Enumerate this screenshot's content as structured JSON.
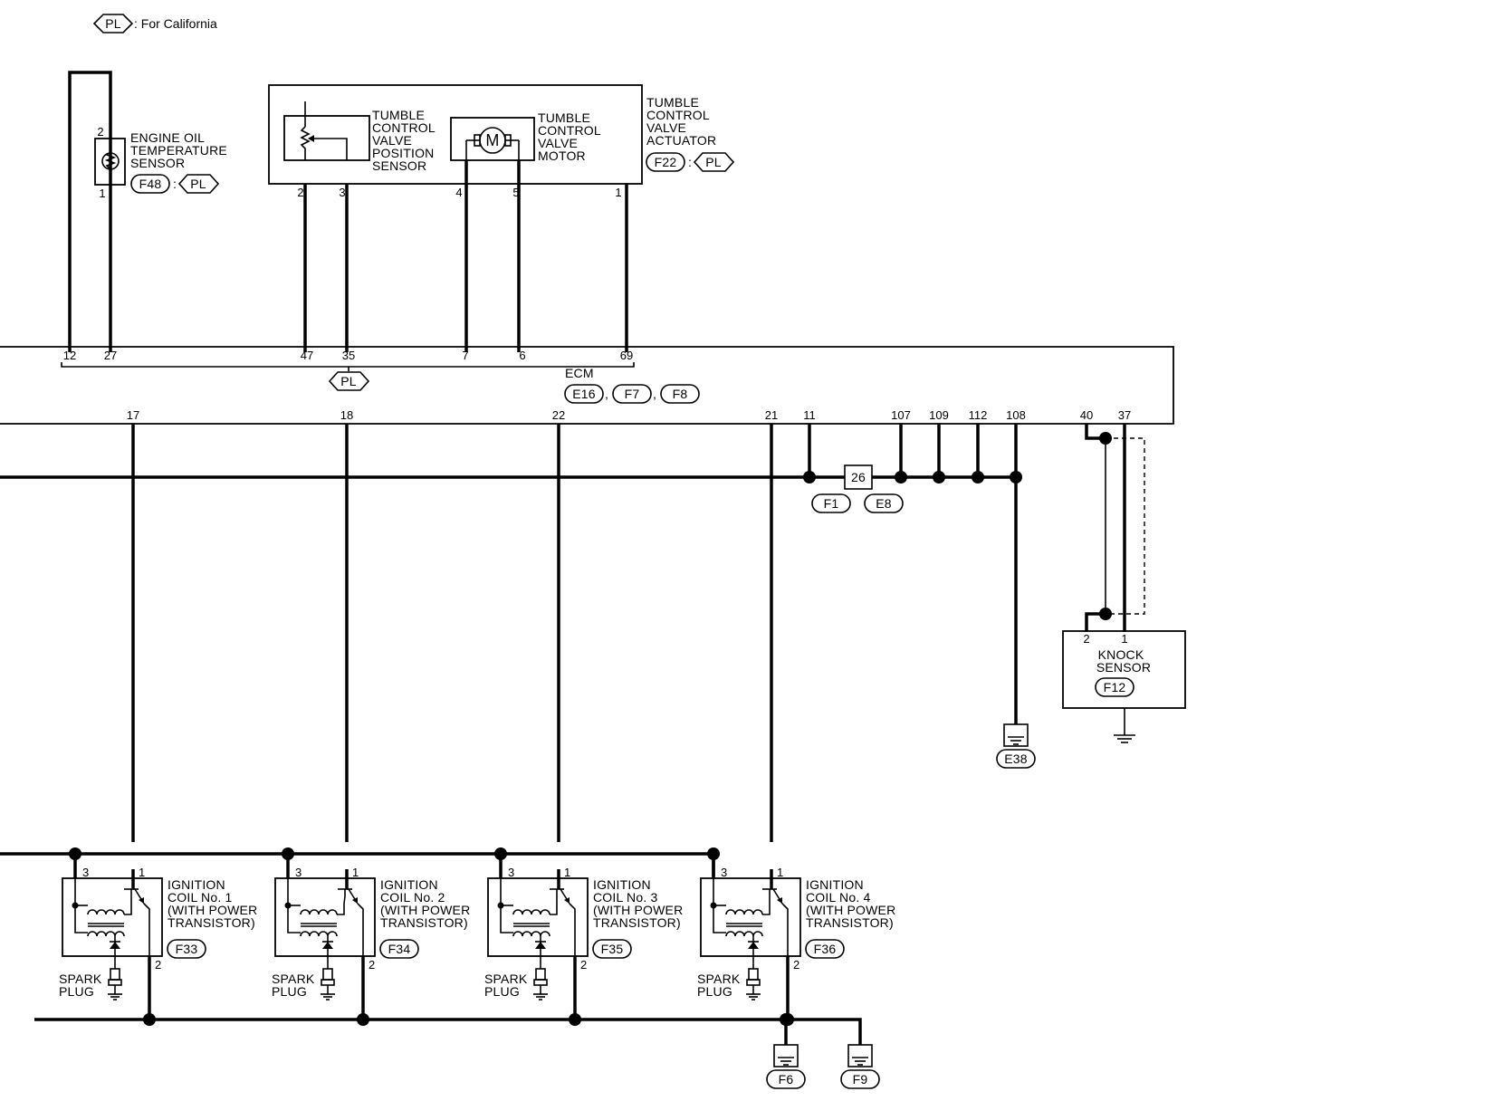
{
  "legend": {
    "tag": "PL",
    "text": ": For California"
  },
  "oil_sensor": {
    "line1": "ENGINE OIL",
    "line2": "TEMPERATURE",
    "line3": "SENSOR",
    "connector": "F48",
    "colon": ":",
    "tag": "PL",
    "pin_top": "2",
    "pin_bottom": "1"
  },
  "tumble_actuator": {
    "position_sensor": [
      "TUMBLE",
      "CONTROL",
      "VALVE",
      "POSITION",
      "SENSOR"
    ],
    "motor": [
      "TUMBLE",
      "CONTROL",
      "VALVE",
      "MOTOR"
    ],
    "motor_symbol": "M",
    "actuator": [
      "TUMBLE",
      "CONTROL",
      "VALVE",
      "ACTUATOR"
    ],
    "connector": "F22",
    "colon": ":",
    "tag": "PL",
    "pins": [
      "2",
      "3",
      "4",
      "5",
      "1"
    ]
  },
  "ecm": {
    "label": "ECM",
    "connectors": [
      "E16",
      "F7",
      "F8"
    ],
    "sep": ",",
    "tag": "PL",
    "top_pins": [
      "12",
      "27",
      "47",
      "35",
      "7",
      "6",
      "69"
    ],
    "bottom_pins": [
      "17",
      "18",
      "22",
      "21",
      "11",
      "107",
      "109",
      "112",
      "108",
      "40",
      "37"
    ]
  },
  "joint": {
    "number": "26",
    "connectors": [
      "F1",
      "E8"
    ]
  },
  "grounds": {
    "ecm_ground": "E38",
    "coil_grounds": [
      "F6",
      "F9"
    ]
  },
  "knock_sensor": {
    "line1": "KNOCK",
    "line2": "SENSOR",
    "connector": "F12",
    "pins": [
      "2",
      "1"
    ]
  },
  "ignition_coils": [
    {
      "lines": [
        "IGNITION",
        "COIL No. 1",
        "(WITH POWER",
        "TRANSISTOR)"
      ],
      "connector": "F33",
      "pin3": "3",
      "pin1": "1",
      "pin2": "2",
      "spark": [
        "SPARK",
        "PLUG"
      ]
    },
    {
      "lines": [
        "IGNITION",
        "COIL No. 2",
        "(WITH POWER",
        "TRANSISTOR)"
      ],
      "connector": "F34",
      "pin3": "3",
      "pin1": "1",
      "pin2": "2",
      "spark": [
        "SPARK",
        "PLUG"
      ]
    },
    {
      "lines": [
        "IGNITION",
        "COIL No. 3",
        "(WITH POWER",
        "TRANSISTOR)"
      ],
      "connector": "F35",
      "pin3": "3",
      "pin1": "1",
      "pin2": "2",
      "spark": [
        "SPARK",
        "PLUG"
      ]
    },
    {
      "lines": [
        "IGNITION",
        "COIL No. 4",
        "(WITH POWER",
        "TRANSISTOR)"
      ],
      "connector": "F36",
      "pin3": "3",
      "pin1": "1",
      "pin2": "2",
      "spark": [
        "SPARK",
        "PLUG"
      ]
    }
  ]
}
